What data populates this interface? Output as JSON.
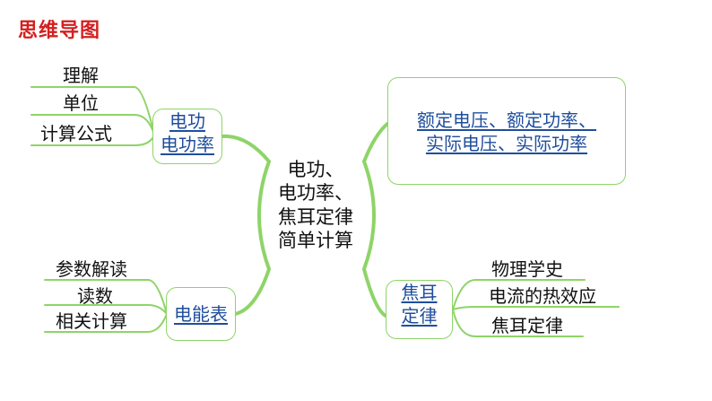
{
  "title": "思维导图",
  "center": [
    "电功、",
    "电功率、",
    "焦耳定律",
    "简单计算"
  ],
  "top_left": {
    "label": [
      "电功",
      "电功率"
    ],
    "leaves": [
      "理解",
      "单位",
      "计算公式"
    ]
  },
  "top_right": {
    "label": [
      "额定电压、额定功率、",
      "实际电压、实际功率"
    ]
  },
  "bottom_left": {
    "label": "电能表",
    "leaves": [
      "参数解读",
      "读数",
      "相关计算"
    ]
  },
  "bottom_right": {
    "label": [
      "焦耳",
      "定律"
    ],
    "leaves": [
      "物理学史",
      "电流的热效应",
      "焦耳定律"
    ]
  },
  "colors": {
    "title": "#d42020",
    "branch": "#8ed468",
    "link": "#1f4e9c"
  }
}
